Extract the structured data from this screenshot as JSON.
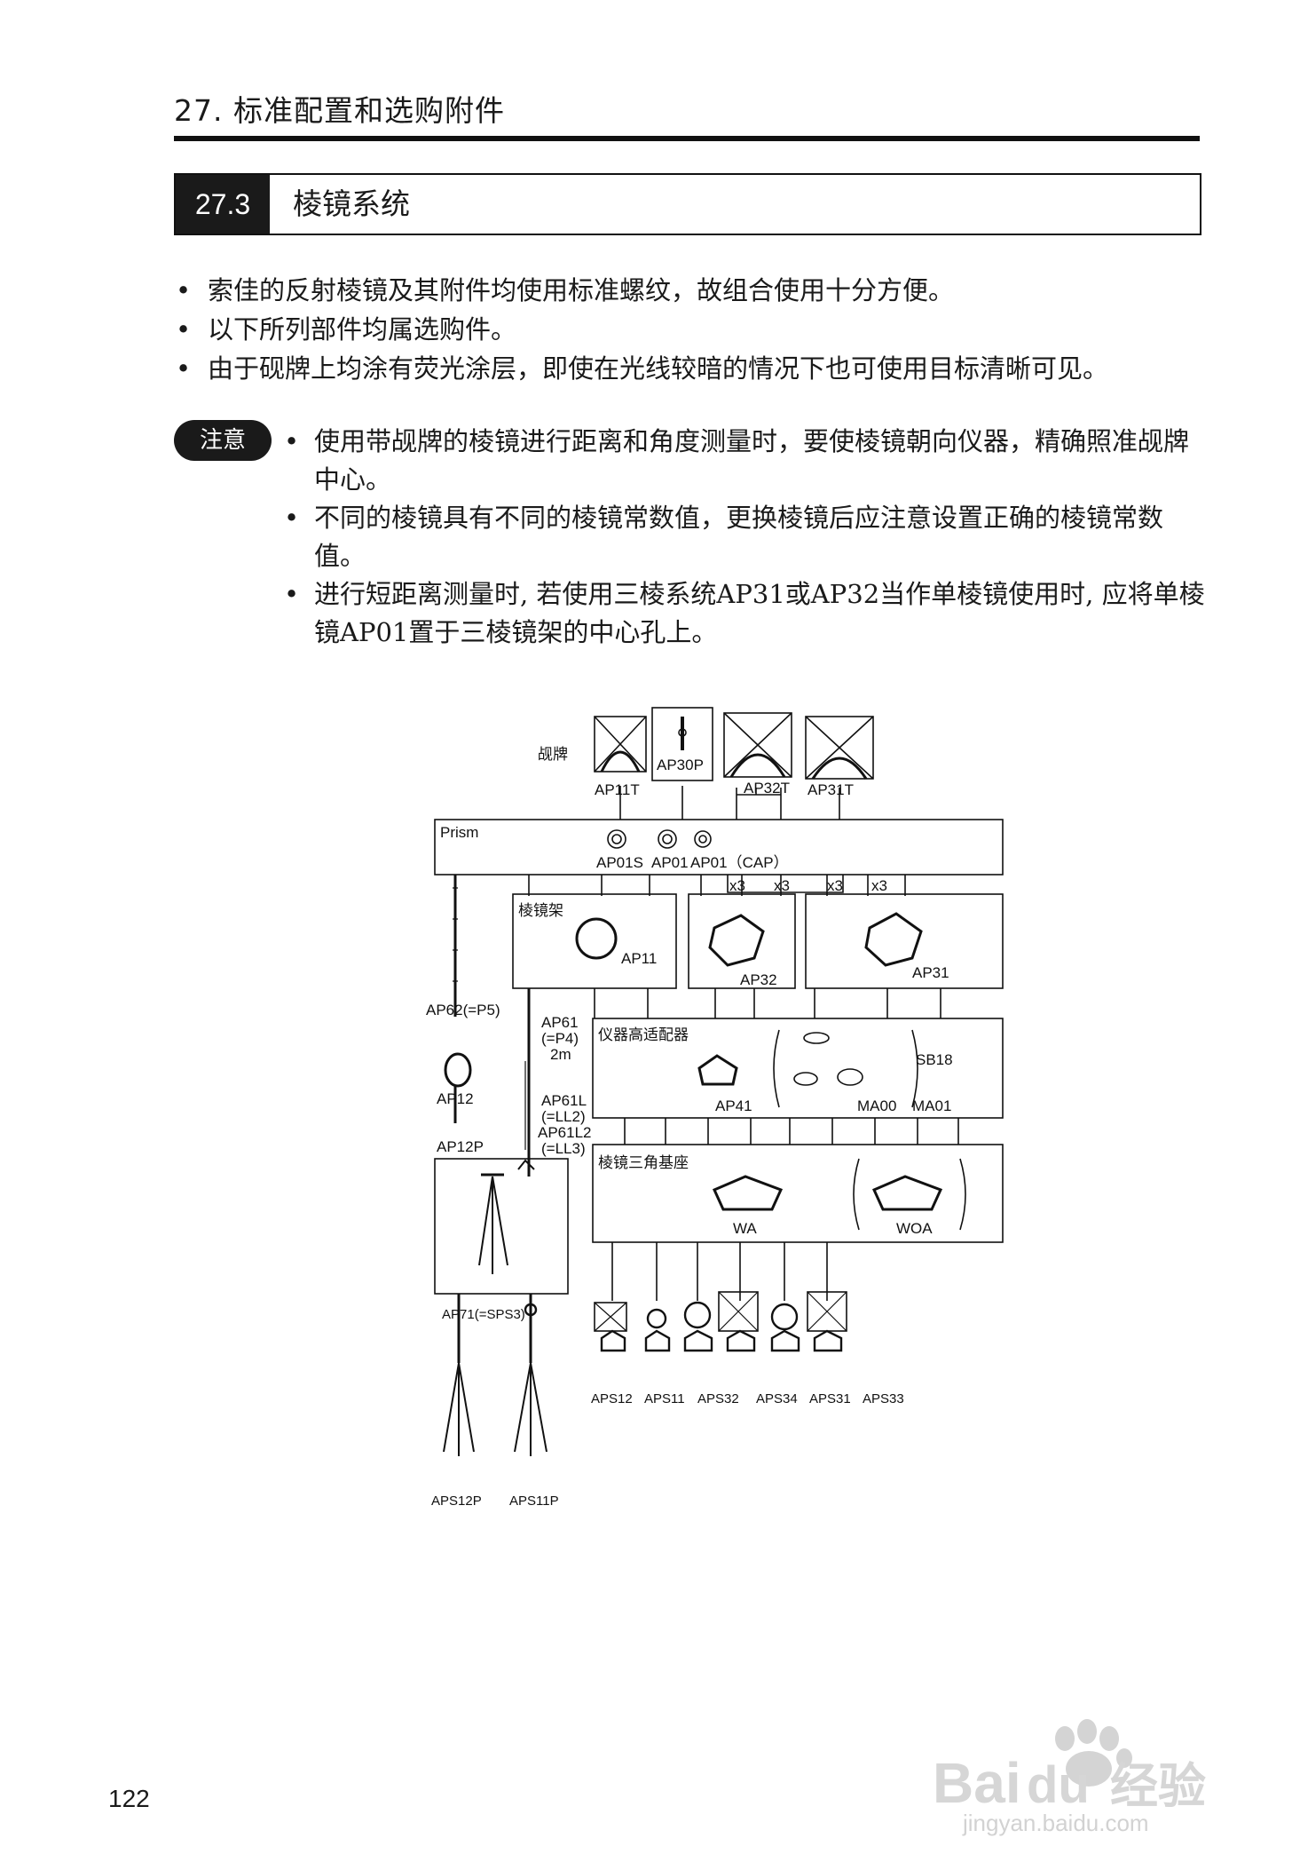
{
  "header": {
    "chapter_title": "27. 标准配置和选购附件"
  },
  "section": {
    "number": "27.3",
    "title": "棱镜系统"
  },
  "intro_bullets": [
    "索佳的反射棱镜及其附件均使用标准螺纹，故组合使用十分方便。",
    "以下所列部件均属选购件。",
    "由于砚牌上均涂有荧光涂层，即使在光线较暗的情况下也可使用目标清晰可见。"
  ],
  "note": {
    "badge": "注意",
    "items": [
      "使用带觇牌的棱镜进行距离和角度测量时，要使棱镜朝向仪器，精确照准觇牌中心。",
      "不同的棱镜具有不同的棱镜常数值，更换棱镜后应注意设置正确的棱镜常数值。",
      "进行短距离测量时, 若使用三棱系统AP31或AP32当作单棱镜使用时, 应将单棱镜AP01置于三棱镜架的中心孔上。"
    ]
  },
  "diagram": {
    "target_label": "觇牌",
    "targets": [
      "AP11T",
      "AP30P",
      "AP32T",
      "AP31T"
    ],
    "prism_box_label": "Prism",
    "prisms": [
      "AP01S",
      "AP01（CAP）"
    ],
    "multipliers": [
      "x3",
      "x3",
      "x3",
      "x3"
    ],
    "holder_label": "棱镜架",
    "holders": [
      "AP11",
      "AP32",
      "AP31"
    ],
    "pole_labels": {
      "ap62": "AP62(=P5)",
      "ap12": "AP12",
      "ap12p": "AP12P",
      "ap61_1": "AP61",
      "ap61_2": "(=P4)",
      "ap61_3": "2m",
      "ap61l_1": "AP61L",
      "ap61l_2": "(=LL2)",
      "ap61l2_1": "AP61L2",
      "ap61l2_2": "(=LL3)"
    },
    "adapter_label": "仪器高适配器",
    "adapters": [
      "AP41",
      "SB18",
      "MA00",
      "MA01"
    ],
    "tribrach_label": "棱镜三角基座",
    "tribrachs": [
      "WA",
      "WOA"
    ],
    "tripod_label": "AP71(=SPS3)",
    "sets": [
      "APS12",
      "APS11",
      "APS32",
      "APS34",
      "APS31",
      "APS33"
    ],
    "bottom_sets": [
      "APS12P",
      "APS11P"
    ]
  },
  "footer": {
    "page_number": "122"
  },
  "watermark": {
    "brand": "Bai",
    "brand2": "du",
    "brand_cn": "经验",
    "url": "jingyan.baidu.com"
  }
}
